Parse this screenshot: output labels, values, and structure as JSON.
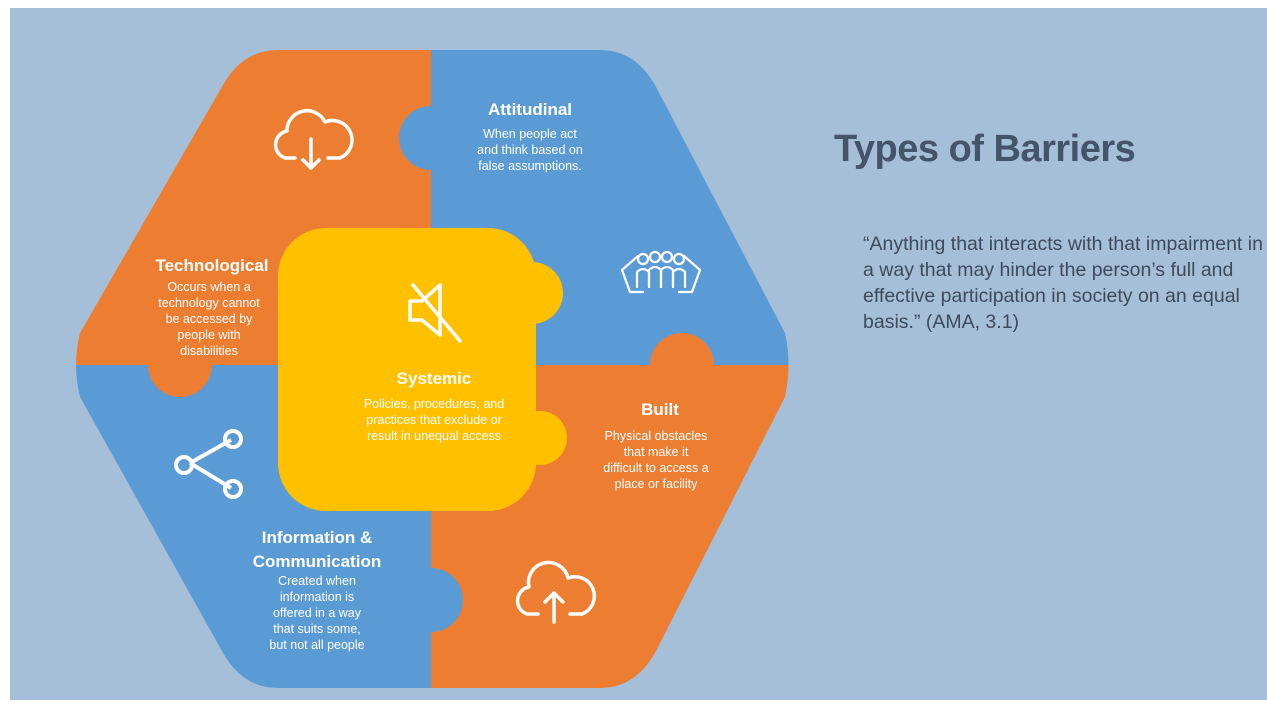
{
  "slide": {
    "title": "Types of Barriers",
    "quote": "“Anything that interacts with that impairment in a way that may hinder the person’s full and effective participation in society on an equal basis.” (AMA, 3.1)"
  },
  "colors": {
    "background": "#a6bfd9",
    "orange": "#ed7d31",
    "blue": "#5b9bd5",
    "yellow": "#ffc000",
    "title_text": "#44546a"
  },
  "barriers": {
    "attitudinal": {
      "title": "Attitudinal",
      "lines": [
        "When people act",
        "and think based on",
        "false assumptions."
      ],
      "icon": "people-group-icon"
    },
    "technological": {
      "title": "Technological",
      "lines": [
        "Occurs when a",
        "technology cannot",
        "be accessed by",
        "people with",
        "disabilities"
      ],
      "icon": "cloud-download-icon"
    },
    "systemic": {
      "title": "Systemic",
      "lines": [
        "Policies, procedures, and",
        "practices that exclude or",
        "result in unequal access"
      ],
      "icon": "mute-speaker-icon"
    },
    "built": {
      "title": "Built",
      "lines": [
        "Physical obstacles",
        "that make it",
        "difficult to access a",
        "place or facility"
      ],
      "icon": "cloud-upload-icon"
    },
    "information": {
      "title_lines": [
        "Information &",
        "Communication"
      ],
      "lines": [
        "Created when",
        "information is",
        "offered in a way",
        "that suits some,",
        "but not all people"
      ],
      "icon": "share-icon"
    }
  }
}
